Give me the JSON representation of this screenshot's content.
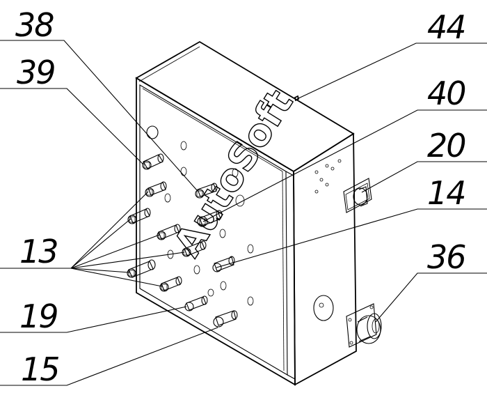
{
  "watermark": "AutoSoft",
  "callouts": {
    "c38": "38",
    "c39": "39",
    "c13": "13",
    "c19": "19",
    "c15": "15",
    "c44": "44",
    "c40": "40",
    "c20": "20",
    "c14": "14",
    "c36": "36"
  }
}
